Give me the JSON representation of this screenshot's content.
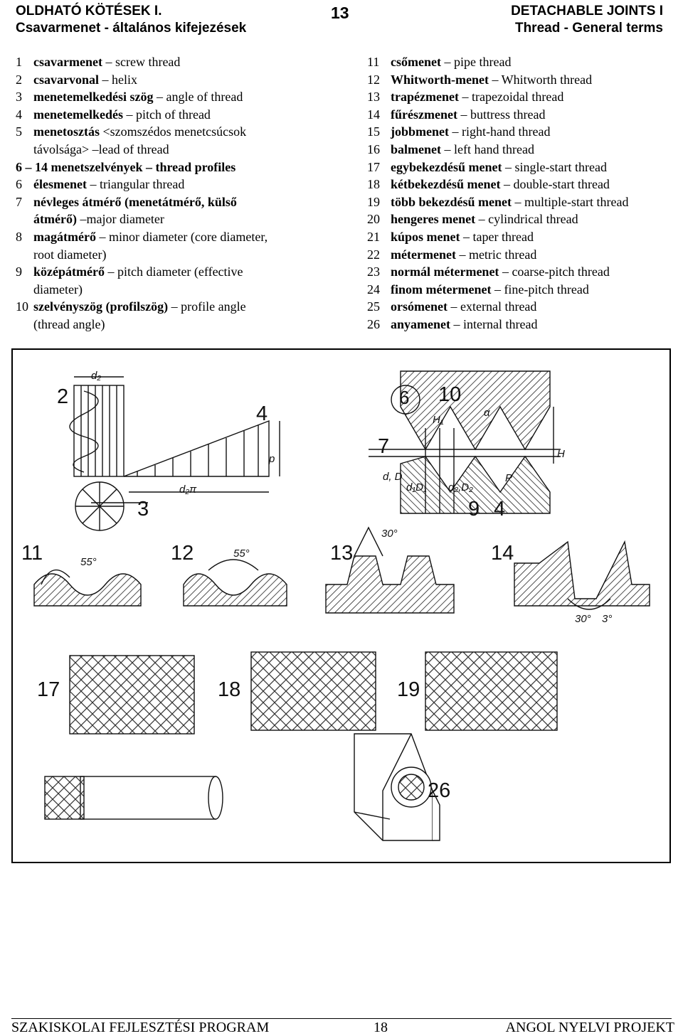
{
  "header": {
    "left_title": "OLDHATÓ KÖTÉSEK I.",
    "left_subtitle": "Csavarmenet - általános kifejezések",
    "page_number": "13",
    "right_title": "DETACHABLE JOINTS I",
    "right_subtitle": "Thread - General terms"
  },
  "left_terms": [
    {
      "num": "1",
      "hu": "csavarmenet",
      "en": "screw thread"
    },
    {
      "num": "2",
      "hu": "csavarvonal",
      "en": "helix"
    },
    {
      "num": "3",
      "hu": "menetemelkedési szög",
      "en": "angle of thread"
    },
    {
      "num": "4",
      "hu": "menetemelkedés",
      "en": "pitch of thread"
    },
    {
      "num": "5",
      "hu": "menetosztás",
      "en_pre": "<szomszédos menetcsúcsok",
      "cont": "távolsága>",
      "en": "lead of thread"
    },
    {
      "num": "6 – 14",
      "hu": "menetszelvények – thread profiles"
    },
    {
      "num": "6",
      "hu": "élesmenet",
      "en": "triangular thread"
    },
    {
      "num": "7",
      "hu": "névleges átmérő (menetátmérő, külső",
      "cont_hu": "átmérő)",
      "en": "major diameter"
    },
    {
      "num": "8",
      "hu": "magátmérő",
      "en": "minor diameter (core diameter,",
      "cont": "root diameter)"
    },
    {
      "num": "9",
      "hu": "középátmérő",
      "en": "pitch diameter (effective",
      "cont": "diameter)"
    },
    {
      "num": "10",
      "hu": "szelvényszög (profilszög)",
      "en": "profile angle",
      "cont": "(thread angle)"
    }
  ],
  "right_terms": [
    {
      "num": "11",
      "hu": "csőmenet",
      "en": "pipe thread"
    },
    {
      "num": "12",
      "hu": "Whitworth-menet",
      "en": "Whitworth thread"
    },
    {
      "num": "13",
      "hu": "trapézmenet",
      "en": "trapezoidal thread"
    },
    {
      "num": "14",
      "hu": "fűrészmenet",
      "en": "buttress thread"
    },
    {
      "num": "15",
      "hu": "jobbmenet",
      "en": "right-hand thread"
    },
    {
      "num": "16",
      "hu": "balmenet",
      "en": "left hand thread"
    },
    {
      "num": "17",
      "hu": "egybekezdésű menet",
      "en": "single-start thread"
    },
    {
      "num": "18",
      "hu": "kétbekezdésű menet",
      "en": "double-start thread"
    },
    {
      "num": "19",
      "hu": "több bekezdésű menet",
      "en": "multiple-start thread"
    },
    {
      "num": "20",
      "hu": "hengeres menet",
      "en": "cylindrical thread"
    },
    {
      "num": "21",
      "hu": "kúpos menet",
      "en": "taper thread"
    },
    {
      "num": "22",
      "hu": "métermenet",
      "en": "metric thread"
    },
    {
      "num": "23",
      "hu": "normál métermenet",
      "en": "coarse-pitch thread"
    },
    {
      "num": "24",
      "hu": "finom métermenet",
      "en": "fine-pitch thread"
    },
    {
      "num": "25",
      "hu": "orsómenet",
      "en": "external thread"
    },
    {
      "num": "26",
      "hu": "anyamenet",
      "en": "internal thread"
    }
  ],
  "figure": {
    "labels": {
      "l2": "2",
      "l3": "3",
      "l4": "4",
      "l6": "6",
      "l7": "7",
      "l9": "9",
      "l4b": "4",
      "l10": "10",
      "l11": "11",
      "l12": "12",
      "l13": "13",
      "l14": "14",
      "l17": "17",
      "l18": "18",
      "l19": "19",
      "l26": "26"
    },
    "small": {
      "d2": "d₂",
      "p": "p",
      "d2pi": "d₂π",
      "h1": "H₁",
      "h": "H",
      "alpha": "α",
      "a55": "55°",
      "b55": "55°",
      "a30": "30°",
      "c30": "30°",
      "c3": "3°",
      "dD": "d, D",
      "d1D1": "d₁D₁",
      "d2D2": "d₂,D₂",
      "pp": "P"
    }
  },
  "footer": {
    "left": "SZAKISKOLAI FEJLESZTÉSI PROGRAM",
    "center": "18",
    "right": "ANGOL NYELVI PROJEKT"
  }
}
